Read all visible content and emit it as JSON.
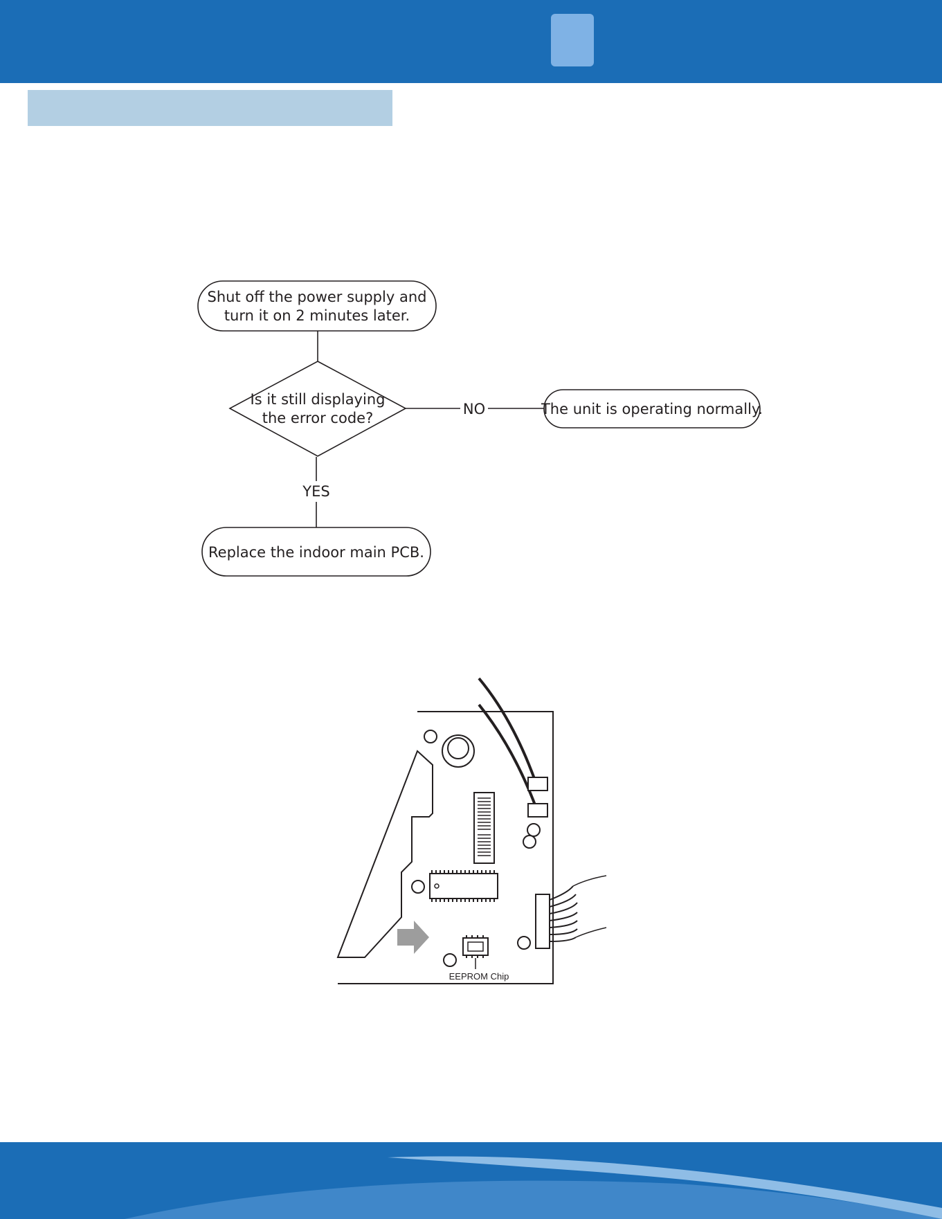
{
  "colors": {
    "header": "#1b6db6",
    "tab": "#7fb2e5",
    "band": "#b3cfe3",
    "footer": "#1b6db6",
    "wave": "#8fbde6"
  },
  "flowchart": {
    "start": {
      "line1": "Shut off the power supply and",
      "line2": "turn it on 2 minutes later."
    },
    "decision": {
      "line1": "Is it still displaying",
      "line2": "the error code?"
    },
    "no_label": "NO",
    "yes_label": "YES",
    "normal": "The unit is operating normally.",
    "replace": "Replace the indoor main PCB."
  },
  "pcb": {
    "chip_label": "EEPROM Chip"
  }
}
